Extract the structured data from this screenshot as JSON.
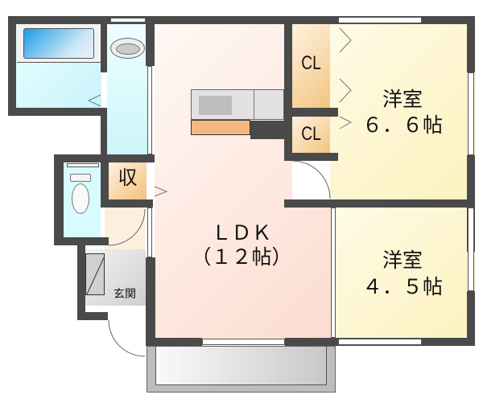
{
  "floorplan": {
    "rooms": {
      "ldk": {
        "name": "ＬＤＫ",
        "size": "（１２帖）",
        "color": "#fde6dc"
      },
      "western_room_1": {
        "name": "洋室",
        "size": "６．６帖",
        "color": "#fdf6d0"
      },
      "western_room_2": {
        "name": "洋室",
        "size": "４．５帖",
        "color": "#fdf6d0"
      },
      "closet_1": {
        "label": "CL",
        "color": "#f6c888"
      },
      "closet_2": {
        "label": "CL",
        "color": "#f6c888"
      },
      "storage": {
        "label": "収",
        "color": "#f6c888"
      },
      "entrance": {
        "label": "玄関",
        "color": "#e6e6e6"
      },
      "bathroom": {
        "color": "#dcfbff"
      },
      "washroom": {
        "color": "#dcfbff"
      },
      "toilet": {
        "color": "#dcfbff"
      },
      "balcony": {
        "color": "#e0e0e0"
      }
    },
    "colors": {
      "wall": "#4a4a4a",
      "bathtub": "#5fb8ea",
      "kitchen_counter": "#e0e0e0",
      "kitchen_stove": "#f5b77e"
    }
  }
}
